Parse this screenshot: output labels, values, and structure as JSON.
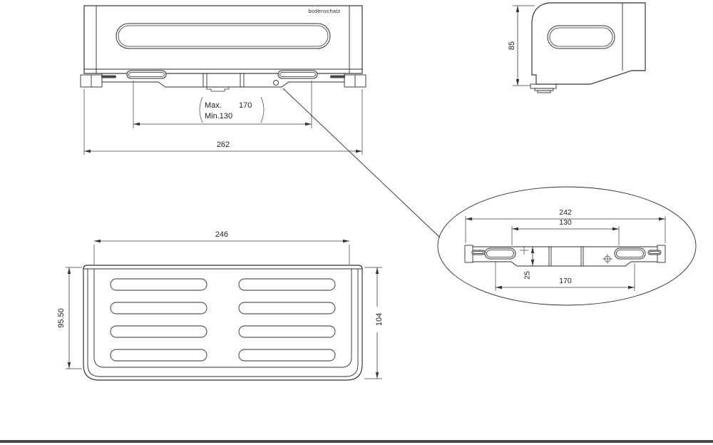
{
  "colors": {
    "line": "#2d2d2d",
    "dimension_line": "#3a3a3a",
    "bottom_bar": "#46494e",
    "background": "#ffffff",
    "text": "#222222"
  },
  "brand": {
    "logo": "bodenschatz"
  },
  "front": {
    "dim_overall": "262",
    "max_label": "Max.",
    "max_value": "170",
    "min_text": "Min.130"
  },
  "side": {
    "dim_height": "85"
  },
  "top": {
    "dim_width": "246",
    "dim_depth_inner": "95.50",
    "dim_depth_outer": "104"
  },
  "detail": {
    "dim_length": "242",
    "dim_inner": "130",
    "dim_height": "25",
    "dim_outer": "170"
  }
}
